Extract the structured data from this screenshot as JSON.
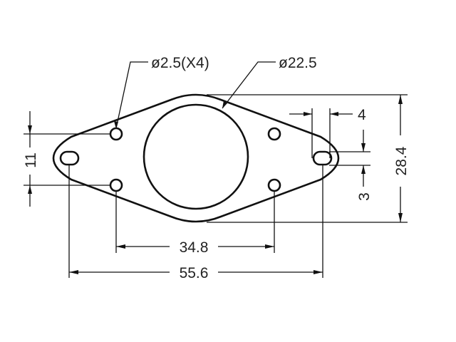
{
  "drawing": {
    "title": "Flange plate dimensioned drawing",
    "units": "mm",
    "colors": {
      "line": "#111111",
      "text": "#222222",
      "background": "#ffffff"
    }
  },
  "callouts": {
    "small_holes": "ø2.5(X4)",
    "center_bore": "ø22.5"
  },
  "dimensions": {
    "small_hole_spacing_vertical": "11",
    "small_hole_spacing_horizontal": "34.8",
    "slot_spacing": "55.6",
    "slot_width": "4",
    "slot_height": "3",
    "overall_height": "28.4"
  }
}
